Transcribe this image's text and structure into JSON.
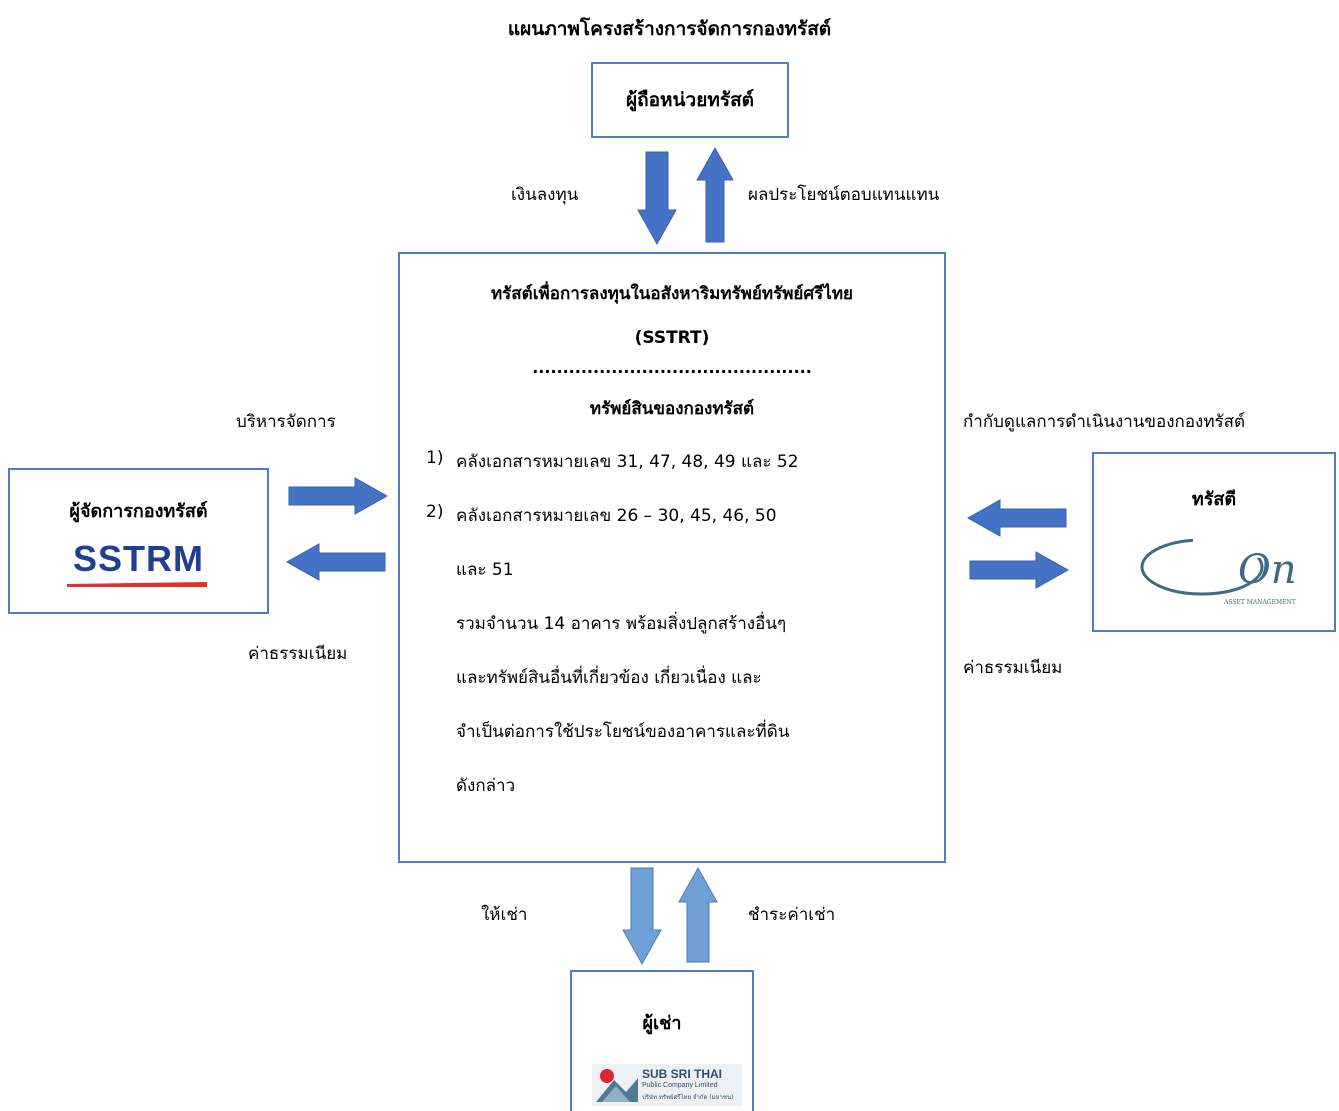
{
  "title": "แผนภาพโครงสร้างการจัดการกองทรัสต์",
  "unitholders": {
    "label": "ผู้ถือหน่วยทรัสต์"
  },
  "top_flows": {
    "invest": "เงินลงทุน",
    "returns": "ผลประโยชน์ตอบแทนแทน"
  },
  "trust": {
    "name": "ทรัสต์เพื่อการลงทุนในอสังหาริมทรัพย์ทรัพย์ศรีไทย",
    "abbr": "(SSTRT)",
    "dots": "..............................................",
    "assets_heading": "ทรัพย์สินของกองทรัสต์",
    "item1_num": "1)",
    "item1_text": "คลังเอกสารหมายเลข 31, 47, 48, 49 และ 52",
    "item2_num": "2)",
    "item2_text": "คลังเอกสารหมายเลข 26 – 30, 45, 46, 50",
    "item2_cont": "และ 51",
    "summary": [
      "รวมจำนวน 14 อาคาร พร้อมสิ่งปลูกสร้างอื่นๆ",
      "และทรัพย์สินอื่นที่เกี่ยวข้อง เกี่ยวเนื่อง และ",
      "จำเป็นต่อการใช้ประโยชน์ของอาคารและที่ดิน",
      "ดังกล่าว"
    ]
  },
  "manager": {
    "label": "ผู้จัดการกองทรัสต์",
    "logo_text": "SSTRM"
  },
  "manager_flows": {
    "manage": "บริหารจัดการ",
    "fee": "ค่าธรรมเนียม"
  },
  "trustee": {
    "label": "ทรัสตี",
    "logo_text": "One",
    "logo_sub": "ASSET MANAGEMENT"
  },
  "trustee_flows": {
    "supervise": "กำกับดูแลการดำเนินงานของกองทรัสต์",
    "fee": "ค่าธรรมเนียม"
  },
  "lessee": {
    "label": "ผู้เช่า",
    "logo_line1": "SUB SRI THAI",
    "logo_line2": "Public Company Limited",
    "logo_line3": "บริษัท ทรัพย์ศรีไทย จำกัด (มหาชน)"
  },
  "bottom_flows": {
    "lease": "ให้เช่า",
    "rent": "ชำระค่าเช่า"
  },
  "colors": {
    "box_border": "#4f7fbf",
    "arrow_dark": "#4472c4",
    "arrow_light": "#6fa0d8",
    "sstrm": "#1f3f8f"
  }
}
